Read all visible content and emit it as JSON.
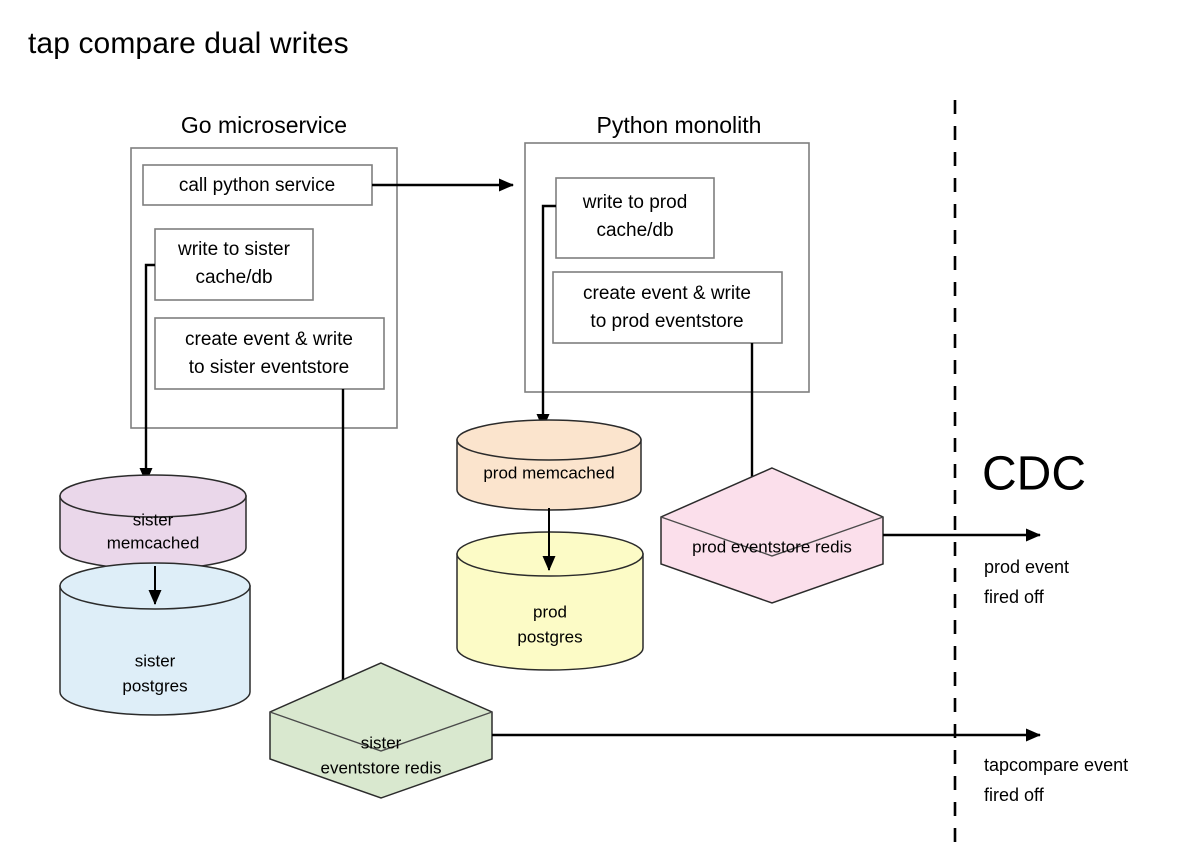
{
  "page": {
    "title": "tap compare dual writes",
    "background_color": "#ffffff"
  },
  "groups": [
    {
      "id": "go-microservice",
      "title": "Go microservice",
      "steps": [
        {
          "id": "call-python-service",
          "label": "call python service"
        },
        {
          "id": "write-to-sister-cache-db",
          "label": "write to sister cache/db"
        },
        {
          "id": "create-event-write-sister-eventstore",
          "label": "create event & write to sister eventstore"
        }
      ]
    },
    {
      "id": "python-monolith",
      "title": "Python monolith",
      "steps": [
        {
          "id": "write-to-prod-cache-db",
          "label": "write to prod cache/db"
        },
        {
          "id": "create-event-write-prod-eventstore",
          "label": "create event & write to prod eventstore"
        }
      ]
    }
  ],
  "datastores": [
    {
      "id": "sister-memcached",
      "label": "sister memcached",
      "shape": "cylinder",
      "fill": "#ead7ea",
      "line1": "sister",
      "line2": "memcached"
    },
    {
      "id": "sister-postgres",
      "label": "sister postgres",
      "shape": "cylinder",
      "fill": "#deeef8",
      "line1": "sister",
      "line2": "postgres"
    },
    {
      "id": "prod-memcached",
      "label": "prod memcached",
      "shape": "cylinder",
      "fill": "#fbe4cd",
      "line1": "prod memcached",
      "line2": ""
    },
    {
      "id": "prod-postgres",
      "label": "prod postgres",
      "shape": "cylinder",
      "fill": "#fcfbc6",
      "line1": "prod",
      "line2": "postgres"
    },
    {
      "id": "sister-eventstore-redis",
      "label": "sister eventstore redis",
      "shape": "cube",
      "fill": "#d9e8cf",
      "line1": "sister",
      "line2": "eventstore redis"
    },
    {
      "id": "prod-eventstore-redis",
      "label": "prod eventstore redis",
      "shape": "cube",
      "fill": "#fbdfeb",
      "line1": "prod eventstore redis",
      "line2": ""
    }
  ],
  "cdc": {
    "title": "CDC",
    "divider_style": "dashed-vertical",
    "outputs": [
      {
        "id": "prod-event-fired-off",
        "line1": "prod event",
        "line2": "fired off"
      },
      {
        "id": "tapcompare-event-fired-off",
        "line1": "tapcompare event",
        "line2": "fired off"
      }
    ]
  },
  "colors": {
    "stroke": "#000000",
    "box_stroke": "#7f7f7f",
    "sister_memcached": "#ead7ea",
    "sister_postgres": "#deeef8",
    "prod_memcached": "#fbe4cd",
    "prod_postgres": "#fcfbc6",
    "sister_eventstore": "#d9e8cf",
    "prod_eventstore": "#fbdfeb"
  }
}
